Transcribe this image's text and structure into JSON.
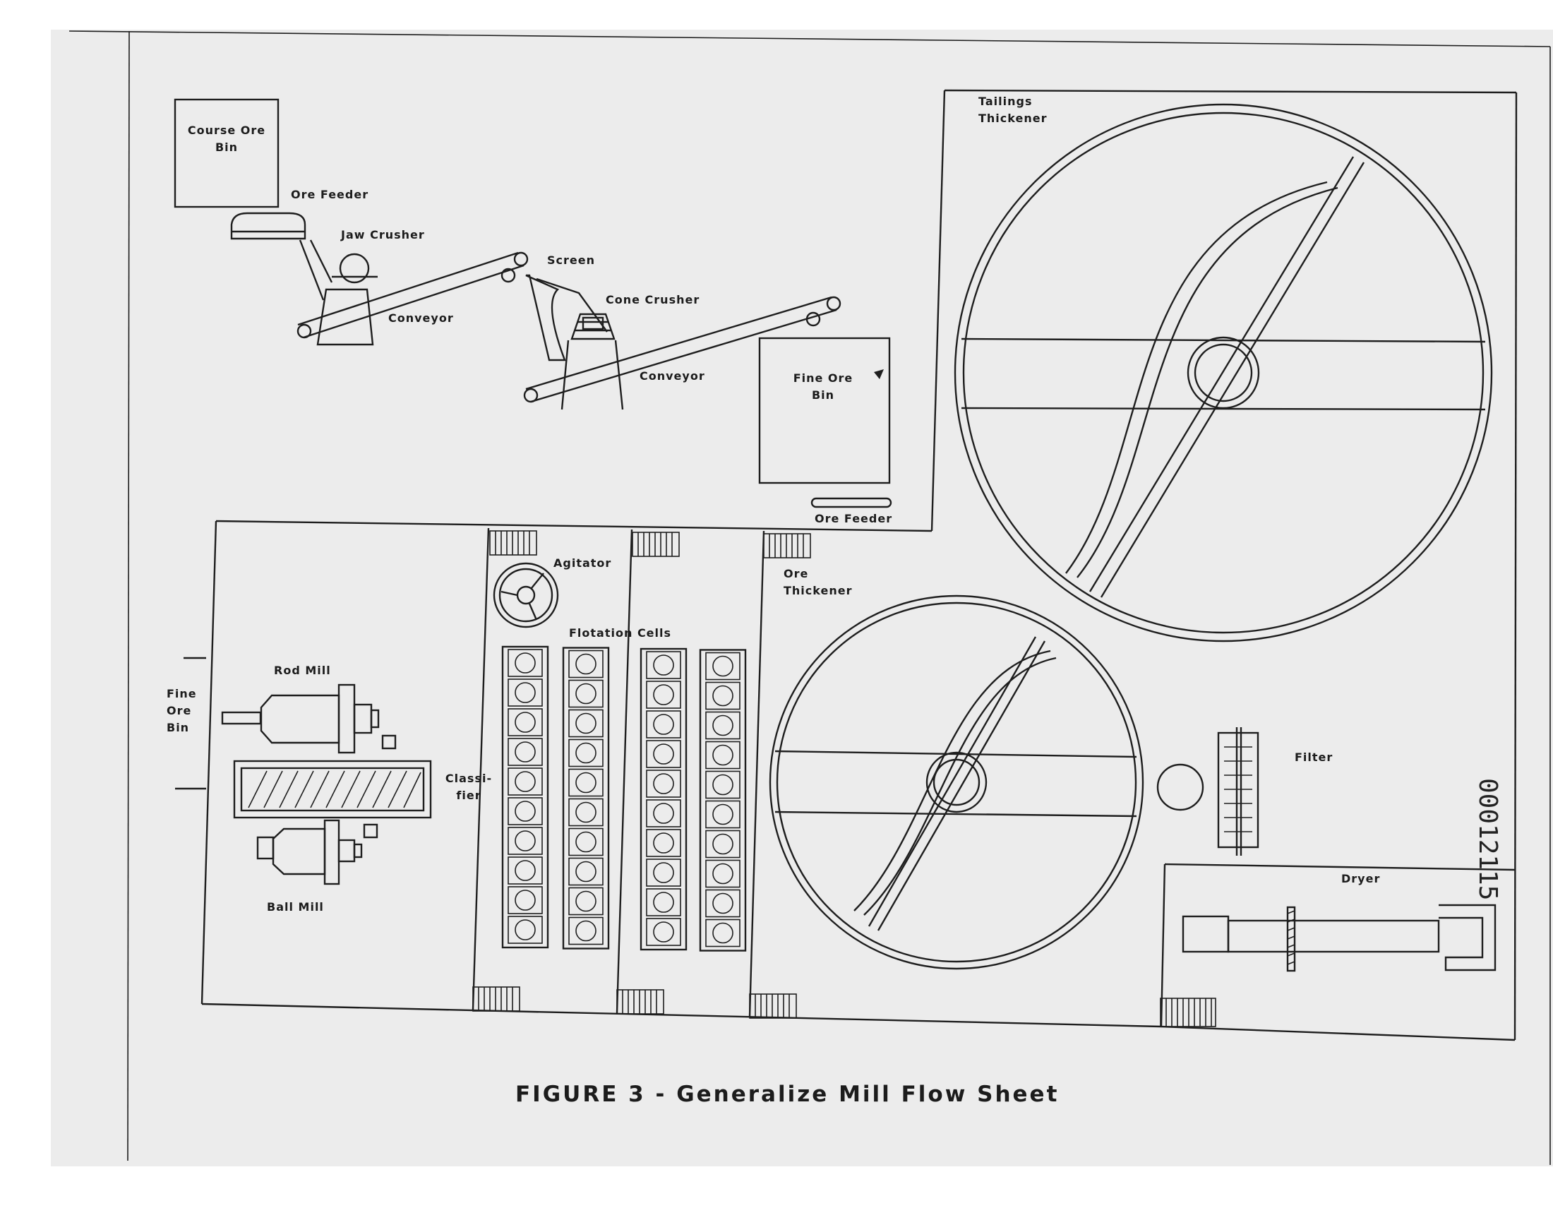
{
  "caption": "FIGURE 3 - Generalize Mill Flow Sheet",
  "labels": {
    "course_ore_bin": "Course Ore\nBin",
    "ore_feeder_top": "Ore Feeder",
    "jaw_crusher": "Jaw Crusher",
    "screen": "Screen",
    "cone_crusher": "Cone Crusher",
    "conveyor_1": "Conveyor",
    "conveyor_2": "Conveyor",
    "fine_ore_bin_top": "Fine Ore\nBin",
    "ore_feeder_bottom": "Ore Feeder",
    "tailings_thickener": "Tailings\nThickener",
    "agitator": "Agitator",
    "flotation_cells": "Flotation Cells",
    "ore_thickener": "Ore\nThickener",
    "rod_mill": "Rod Mill",
    "fine_ore_bin_side": "Fine\nOre\nBin",
    "classifier": "Classi-\nfier",
    "ball_mill": "Ball Mill",
    "filter": "Filter",
    "dryer": "Dryer"
  },
  "stamp": "00012115",
  "colors": {
    "paper": "#ececec",
    "ink": "#1e1e1e"
  }
}
